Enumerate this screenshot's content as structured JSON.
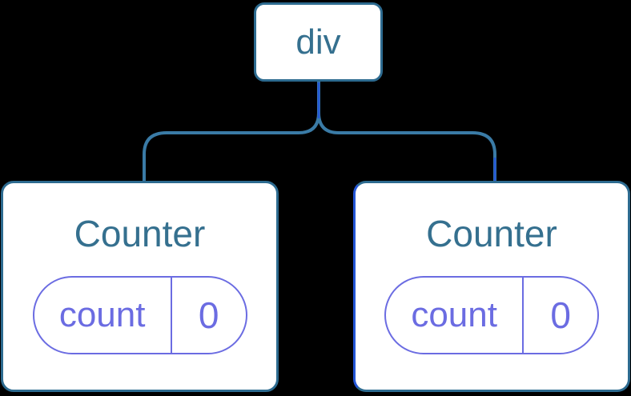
{
  "colors": {
    "background": "#000000",
    "card_fill": "#ffffff",
    "card_border": "#2d6b90",
    "label_text": "#35708f",
    "connector": "#3a7ba6",
    "highlight": "#2456d6",
    "state_accent": "#6b6ce2"
  },
  "tree": {
    "root": {
      "label": "div"
    },
    "children": [
      {
        "title": "Counter",
        "state": {
          "key": "count",
          "value": "0"
        }
      },
      {
        "title": "Counter",
        "state": {
          "key": "count",
          "value": "0"
        }
      }
    ]
  }
}
